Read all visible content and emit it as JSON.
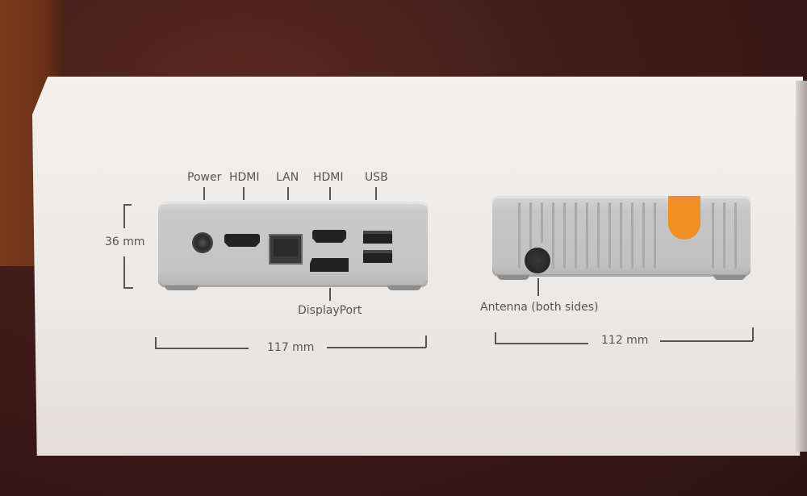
{
  "scene": {
    "description": "Photo of a white product box showing mini PC port diagrams",
    "colors": {
      "box": "#eeeae8",
      "device_body": "#c4c4c4",
      "accent_orange": "#ef8f24",
      "text": "#555555",
      "background_fabric": "#3f1b18"
    }
  },
  "front_view": {
    "port_labels": {
      "power": "Power",
      "hdmi_1": "HDMI",
      "lan": "LAN",
      "hdmi_2": "HDMI",
      "usb": "USB",
      "displayport": "DisplayPort"
    },
    "height_label": "36 mm",
    "width_label": "117 mm"
  },
  "side_view": {
    "antenna_label": "Antenna (both sides)",
    "width_label": "112 mm"
  }
}
